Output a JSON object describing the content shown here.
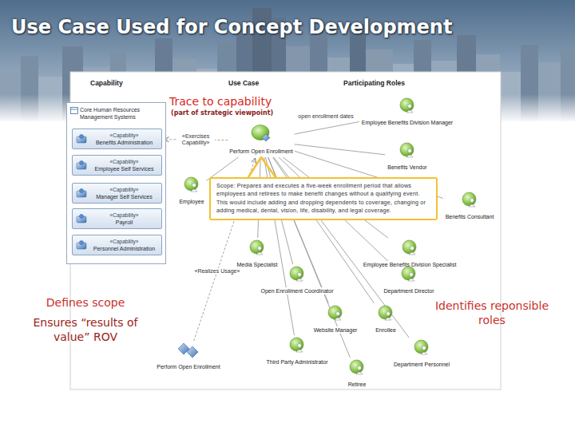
{
  "diagram": {
    "title": "Use Case Used for Concept Development",
    "nodes": [
      {
        "text": [
          "Core Human Resources Management Systems"
        ]
      },
      {
        "text": [
          "«Capability»",
          "Benefits Administration"
        ],
        "in": 0
      },
      {
        "text": [
          "«Capability»",
          "Employee Self Services"
        ],
        "in": 0
      },
      {
        "text": [
          "«Capability»",
          "Manager Self Services"
        ],
        "in": 0
      },
      {
        "text": [
          "«Capability»",
          "Payroll"
        ],
        "in": 0
      },
      {
        "text": [
          "«Capability»",
          "Personnel Administration"
        ],
        "in": 0
      },
      {
        "text": [
          "Perform Open Enrollment"
        ]
      },
      {
        "text": [
          "Employee Benefits Division Manager"
        ]
      },
      {
        "text": [
          "Benefits Vendor"
        ]
      },
      {
        "text": [
          "Scope: Prepares and executes a five-week enrollment period that allows employees and retirees to make benefit changes without a qualifying event. This would include adding and dropping dependents to coverage, changing or adding medical, dental, vision, life, disability, and legal coverage."
        ]
      },
      {
        "text": [
          "Employee"
        ]
      },
      {
        "text": [
          "Benefits Consultant"
        ]
      },
      {
        "text": [
          "Media Specialist"
        ]
      },
      {
        "text": [
          "Employee Benefits Division Specialist"
        ]
      },
      {
        "text": [
          "Open Enrollment Coordinator"
        ]
      },
      {
        "text": [
          "Department Director"
        ]
      },
      {
        "text": [
          "Website Manager"
        ]
      },
      {
        "text": [
          "Enrollee"
        ]
      },
      {
        "text": [
          "Perform Open Enrollment"
        ]
      },
      {
        "text": [
          "Third Party Administrator"
        ]
      },
      {
        "text": [
          "Department Personnel"
        ]
      },
      {
        "text": [
          "Retiree"
        ]
      }
    ],
    "edges": [
      {
        "from": 6,
        "to": 1,
        "arrow": "to",
        "label": "«Exercises Capability»"
      },
      {
        "from": 6,
        "to": 7,
        "arrow": "none",
        "label": "open enrollment dates"
      },
      {
        "from": 6,
        "to": 8,
        "arrow": "none"
      },
      {
        "from": 6,
        "to": 10,
        "arrow": "none"
      },
      {
        "from": 6,
        "to": 11,
        "arrow": "none"
      },
      {
        "from": 6,
        "to": 12,
        "arrow": "none"
      },
      {
        "from": 6,
        "to": 13,
        "arrow": "none"
      },
      {
        "from": 6,
        "to": 14,
        "arrow": "none"
      },
      {
        "from": 6,
        "to": 15,
        "arrow": "none"
      },
      {
        "from": 6,
        "to": 16,
        "arrow": "none"
      },
      {
        "from": 6,
        "to": 17,
        "arrow": "none"
      },
      {
        "from": 6,
        "to": 19,
        "arrow": "none"
      },
      {
        "from": 6,
        "to": 20,
        "arrow": "none"
      },
      {
        "from": 6,
        "to": 21,
        "arrow": "none"
      },
      {
        "from": 18,
        "to": 6,
        "arrow": "to",
        "label": "«Realizes Usage»"
      },
      {
        "from": 9,
        "to": 6,
        "arrow": "none"
      }
    ],
    "labels": [
      "Capability",
      "Use Case",
      "Participating Roles",
      "Trace to capability",
      "(part of strategic viewpoint)",
      "Defines scope",
      "Ensures “results of value” ROV",
      "Identifies reponsible roles"
    ]
  }
}
